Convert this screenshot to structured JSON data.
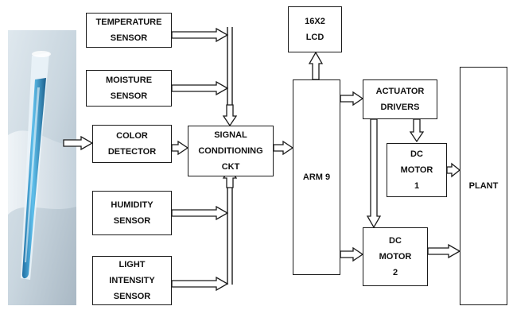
{
  "diagram": {
    "blocks": {
      "temperature_sensor": [
        "TEMPERATURE",
        "SENSOR"
      ],
      "moisture_sensor": [
        "MOISTURE",
        "SENSOR"
      ],
      "color_detector": [
        "COLOR",
        "DETECTOR"
      ],
      "humidity_sensor": [
        "HUMIDITY",
        "SENSOR"
      ],
      "light_intensity_sensor": [
        "LIGHT",
        "INTENSITY",
        "SENSOR"
      ],
      "signal_conditioning": [
        "SIGNAL",
        "CONDITIONING",
        "CKT"
      ],
      "lcd": [
        "16X2",
        "LCD"
      ],
      "arm9": [
        "ARM 9"
      ],
      "actuator_drivers": [
        "ACTUATOR",
        "DRIVERS"
      ],
      "dc_motor_1": [
        "DC",
        "MOTOR",
        "1"
      ],
      "dc_motor_2": [
        "DC",
        "MOTOR",
        "2"
      ],
      "plant": [
        "PLANT"
      ]
    },
    "photo": {
      "subject": "test-tube-sample-photo"
    },
    "colors": {
      "stroke": "#1a1a1a",
      "text": "#111111",
      "background": "#ffffff",
      "photo_liquid": "#3a9bd0"
    }
  }
}
